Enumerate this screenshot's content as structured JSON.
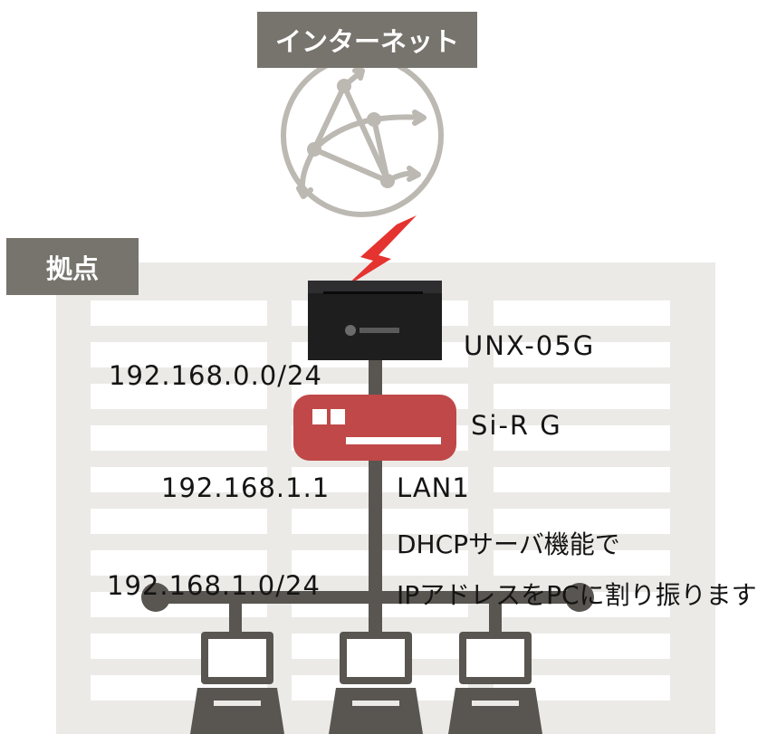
{
  "internet_label": "インターネット",
  "site_label": "拠点",
  "devices": {
    "modem": "UNX-05G",
    "router": "Si-R G"
  },
  "addresses": {
    "wan_network": "192.168.0.0/24",
    "router_ip": "192.168.1.1",
    "lan_network": "192.168.1.0/24"
  },
  "interface": "LAN1",
  "notes": {
    "dhcp_line1": "DHCPサーバ機能で",
    "dhcp_line2": "IPアドレスをPCに割り振ります"
  },
  "colors": {
    "label_bg": "#77746e",
    "line": "#595550",
    "router": "#c04848",
    "lightning": "#e53330",
    "building": "#ebeae7",
    "modem": "#1e1e1f"
  },
  "icons": [
    "globe-network-icon",
    "lightning-icon",
    "modem-device-icon",
    "router-device-icon",
    "laptop-icon",
    "building-icon"
  ]
}
